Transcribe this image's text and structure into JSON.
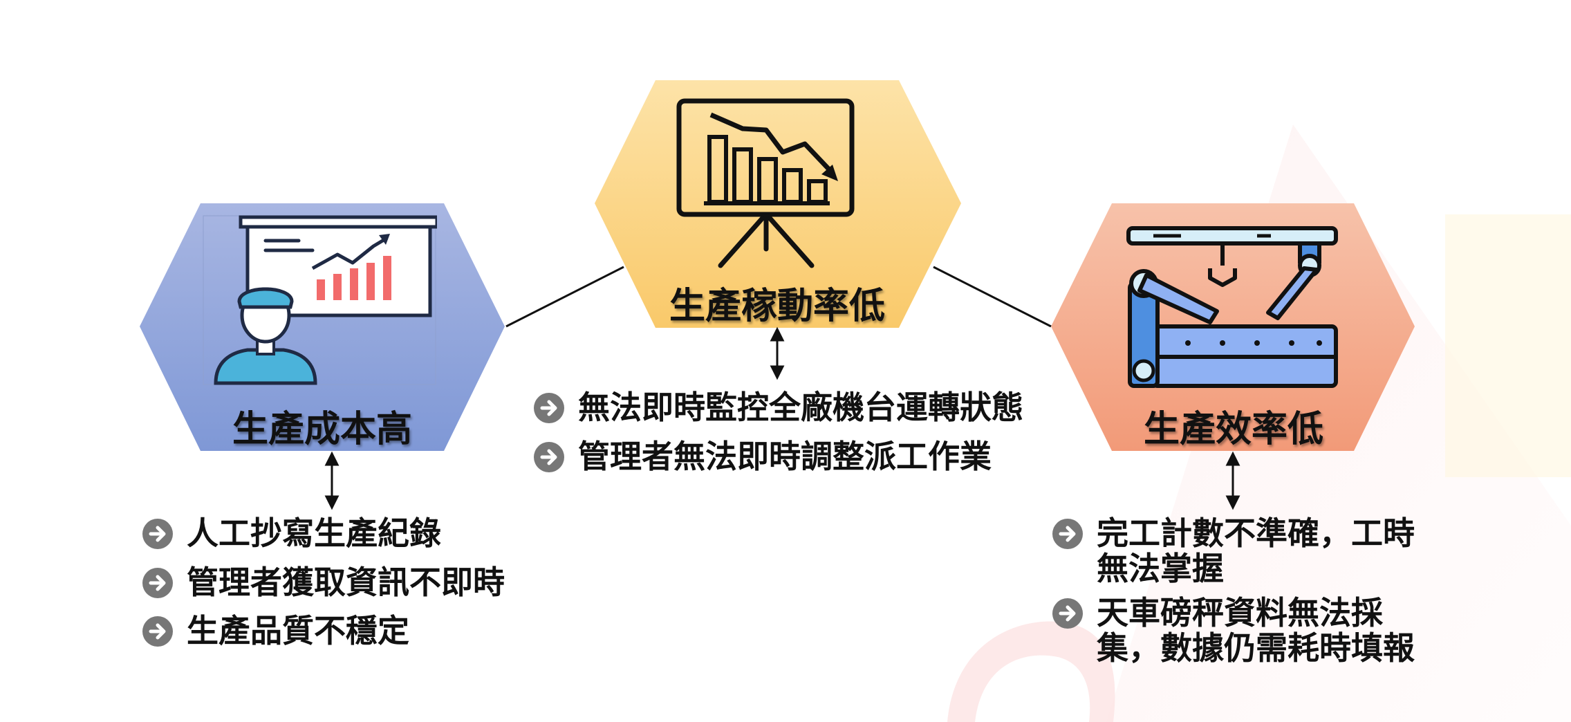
{
  "nodes": [
    {
      "id": "cost",
      "title": "生產成本高",
      "icon": "presenter-chart-icon",
      "color_top": "#a8b6e2",
      "color_bottom": "#7f98d6",
      "bullets": [
        "人工抄寫生產紀錄",
        "管理者獲取資訊不即時",
        "生產品質不穩定"
      ]
    },
    {
      "id": "utilization",
      "title": "生產稼動率低",
      "icon": "declining-chart-board-icon",
      "color_top": "#fde3a8",
      "color_bottom": "#f9c96a",
      "bullets": [
        "無法即時監控全廠機台運轉狀態",
        "管理者無法即時調整派工作業"
      ]
    },
    {
      "id": "efficiency",
      "title": "生產效率低",
      "icon": "robot-arm-assembly-icon",
      "color_top": "#f7c2aa",
      "color_bottom": "#f29a78",
      "bullets": [
        "完工計數不準確，工時無法掌握",
        "天車磅秤資料無法採集，數據仍需耗時填報"
      ]
    }
  ],
  "bullet_icon": "circle-arrow-right-icon",
  "arrow_icon": "double-headed-arrow-icon"
}
